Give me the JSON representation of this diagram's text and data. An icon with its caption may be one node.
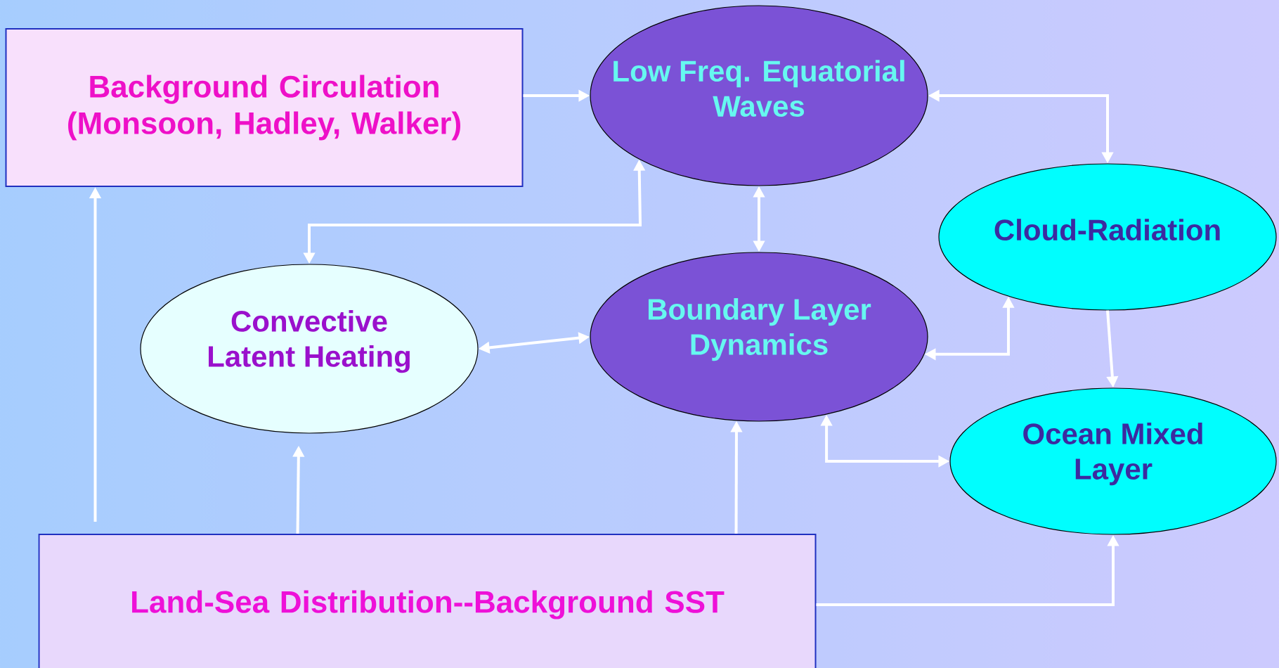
{
  "diagram": {
    "nodes": [
      {
        "text": [
          "Background Circulation (Monsoon, Hadley, Walker)"
        ]
      },
      {
        "text": [
          "Low Freq. Equatorial Waves"
        ]
      },
      {
        "text": [
          "Cloud-Radiation"
        ]
      },
      {
        "text": [
          "Convective Latent Heating"
        ]
      },
      {
        "text": [
          "Boundary Layer Dynamics"
        ]
      },
      {
        "text": [
          "Ocean Mixed Layer"
        ]
      },
      {
        "text": [
          "Land-Sea Distribution--Background SST"
        ]
      }
    ],
    "edges": [
      {
        "from": 0,
        "to": 1,
        "arrow": "to"
      },
      {
        "from": 1,
        "to": 2,
        "arrow": "both"
      },
      {
        "from": 1,
        "to": 3,
        "arrow": "both"
      },
      {
        "from": 1,
        "to": 4,
        "arrow": "both"
      },
      {
        "from": 3,
        "to": 4,
        "arrow": "both"
      },
      {
        "from": 4,
        "to": 2,
        "arrow": "both"
      },
      {
        "from": 2,
        "to": 5,
        "arrow": "to"
      },
      {
        "from": 4,
        "to": 5,
        "arrow": "both"
      },
      {
        "from": 6,
        "to": 0,
        "arrow": "to"
      },
      {
        "from": 6,
        "to": 3,
        "arrow": "to"
      },
      {
        "from": 6,
        "to": 4,
        "arrow": "to"
      },
      {
        "from": 6,
        "to": 5,
        "arrow": "to"
      }
    ]
  }
}
